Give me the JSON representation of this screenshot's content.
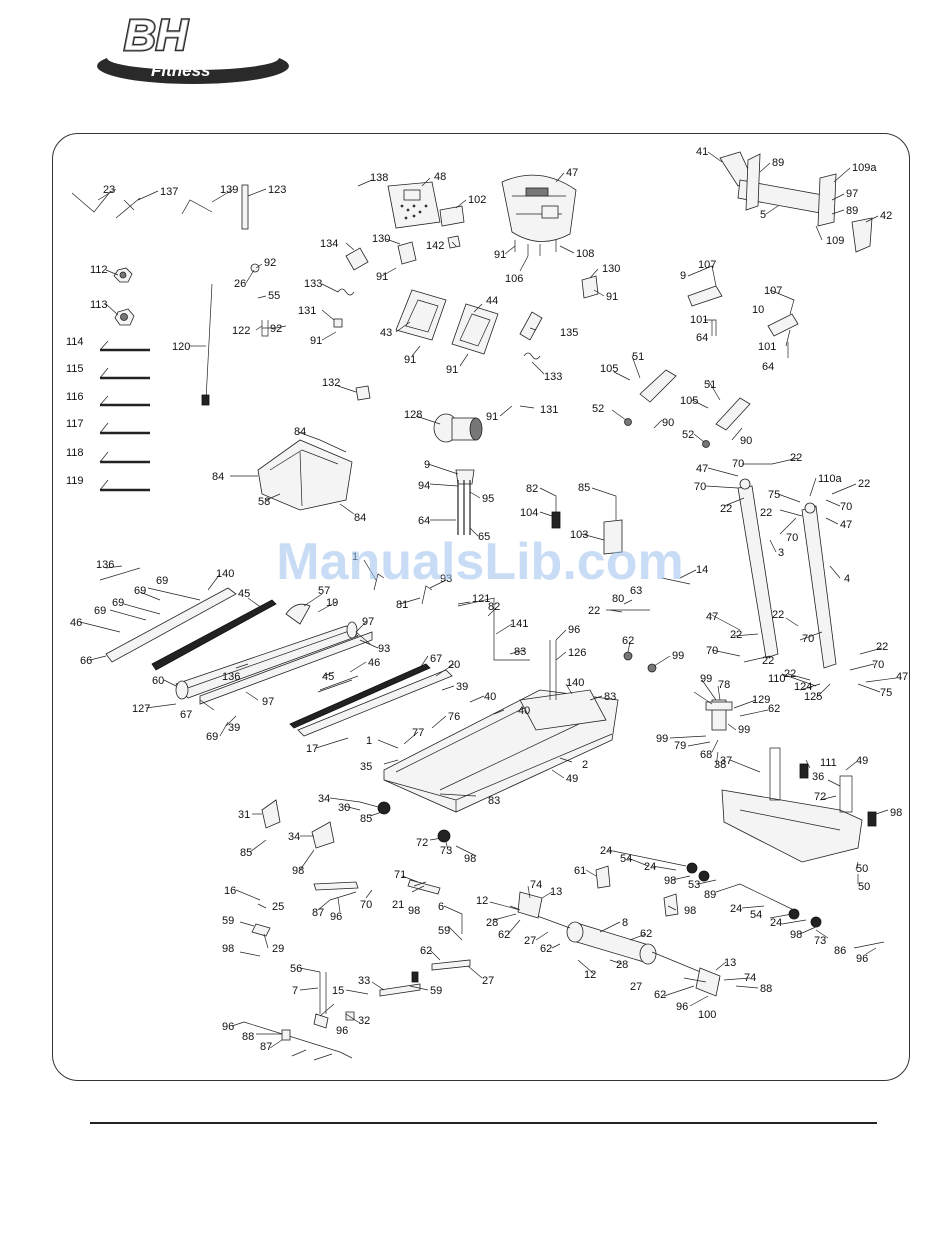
{
  "brand": {
    "logo_text": "BH",
    "logo_subtext": "Fitness"
  },
  "watermark": "ManualsLib.com",
  "callouts": [
    "23",
    "137",
    "139",
    "123",
    "138",
    "48",
    "102",
    "47",
    "41",
    "89",
    "109a",
    "97",
    "5",
    "89",
    "109",
    "42",
    "112",
    "26",
    "92",
    "55",
    "134",
    "130",
    "142",
    "91",
    "91",
    "106",
    "108",
    "130",
    "91",
    "9",
    "107",
    "10",
    "107",
    "113",
    "122",
    "92",
    "133",
    "131",
    "120",
    "91",
    "43",
    "44",
    "135",
    "101",
    "64",
    "101",
    "64",
    "114",
    "115",
    "116",
    "117",
    "118",
    "119",
    "132",
    "91",
    "91",
    "133",
    "51",
    "105",
    "51",
    "105",
    "52",
    "52",
    "90",
    "90",
    "128",
    "91",
    "131",
    "84",
    "84",
    "58",
    "84",
    "9",
    "94",
    "95",
    "64",
    "65",
    "82",
    "104",
    "85",
    "103",
    "47",
    "70",
    "22",
    "70",
    "22",
    "75",
    "110a",
    "22",
    "70",
    "22",
    "70",
    "47",
    "3",
    "4",
    "136",
    "69",
    "140",
    "69",
    "45",
    "57",
    "19",
    "69",
    "69",
    "46",
    "66",
    "97",
    "93",
    "1",
    "93",
    "81",
    "121",
    "82",
    "141",
    "83",
    "96",
    "126",
    "14",
    "80",
    "63",
    "22",
    "47",
    "22",
    "70",
    "22",
    "22",
    "70",
    "22",
    "70",
    "47",
    "22",
    "75",
    "110",
    "124",
    "125",
    "62",
    "99",
    "99",
    "78",
    "129",
    "62",
    "99",
    "99",
    "79",
    "68",
    "38",
    "60",
    "136",
    "45",
    "46",
    "67",
    "20",
    "127",
    "67",
    "97",
    "69",
    "39",
    "39",
    "40",
    "40",
    "77",
    "76",
    "140",
    "83",
    "17",
    "1",
    "35",
    "83",
    "2",
    "49",
    "37",
    "111",
    "36",
    "49",
    "72",
    "98",
    "34",
    "30",
    "85",
    "31",
    "85",
    "34",
    "98",
    "72",
    "73",
    "98",
    "24",
    "54",
    "24",
    "98",
    "53",
    "89",
    "50",
    "50",
    "61",
    "98",
    "24",
    "54",
    "24",
    "98",
    "73",
    "86",
    "96",
    "16",
    "25",
    "59",
    "29",
    "98",
    "71",
    "21",
    "98",
    "70",
    "87",
    "96",
    "6",
    "59",
    "62",
    "27",
    "12",
    "74",
    "13",
    "28",
    "62",
    "27",
    "62",
    "8",
    "62",
    "28",
    "12",
    "27",
    "62",
    "13",
    "74",
    "88",
    "96",
    "100",
    "56",
    "7",
    "15",
    "33",
    "59",
    "96",
    "32",
    "96",
    "88",
    "87"
  ]
}
